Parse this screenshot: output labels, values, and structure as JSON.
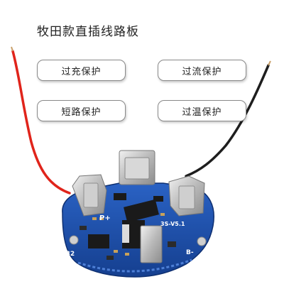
{
  "title": "牧田款直插线路板",
  "features": [
    {
      "label": "过充保护"
    },
    {
      "label": "过流保护"
    },
    {
      "label": "短路保护"
    },
    {
      "label": "过温保护"
    }
  ],
  "board": {
    "pad_positive": "P+",
    "pad_b2": "B2",
    "pad_b_minus": "B-",
    "version": "3S-V5.1"
  },
  "colors": {
    "pcb": "#1d4fa8",
    "wire_red": "#e0241b",
    "wire_black": "#1e1e1e"
  }
}
